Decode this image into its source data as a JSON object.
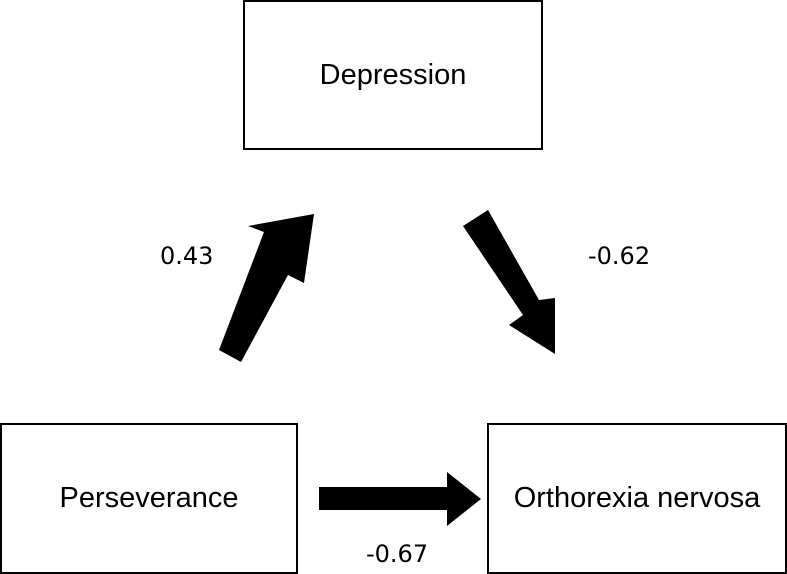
{
  "nodes": {
    "depression": "Depression",
    "perseverance": "Perseverance",
    "orthorexia": "Orthorexia nervosa"
  },
  "paths": [
    {
      "from": "Perseverance",
      "to": "Depression",
      "coefficient": "0.43"
    },
    {
      "from": "Depression",
      "to": "Orthorexia nervosa",
      "coefficient": "-0.62"
    },
    {
      "from": "Perseverance",
      "to": "Orthorexia nervosa",
      "coefficient": "-0.67"
    }
  ],
  "colors": {
    "arrow": "#000000",
    "box_border": "#000000",
    "background": "#ffffff"
  }
}
